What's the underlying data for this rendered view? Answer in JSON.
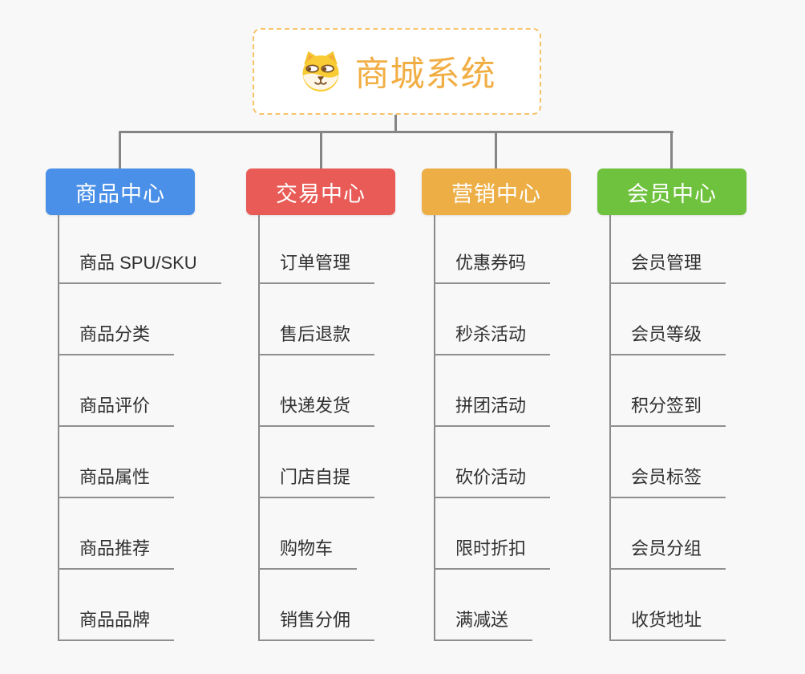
{
  "root": {
    "title": "商城系统",
    "icon": "dog-face-icon",
    "title_color": "#f1ae44",
    "border_color": "#f6c36a"
  },
  "connector_color": "#858585",
  "branches": [
    {
      "label": "商品中心",
      "color": "#4b90e8",
      "children": [
        "商品 SPU/SKU",
        "商品分类",
        "商品评价",
        "商品属性",
        "商品推荐",
        "商品品牌"
      ]
    },
    {
      "label": "交易中心",
      "color": "#e95b56",
      "children": [
        "订单管理",
        "售后退款",
        "快递发货",
        "门店自提",
        "购物车",
        "销售分佣"
      ]
    },
    {
      "label": "营销中心",
      "color": "#ecae45",
      "children": [
        "优惠券码",
        "秒杀活动",
        "拼团活动",
        "砍价活动",
        "限时折扣",
        "满减送"
      ]
    },
    {
      "label": "会员中心",
      "color": "#6fc23d",
      "children": [
        "会员管理",
        "会员等级",
        "积分签到",
        "会员标签",
        "会员分组",
        "收货地址"
      ]
    }
  ]
}
